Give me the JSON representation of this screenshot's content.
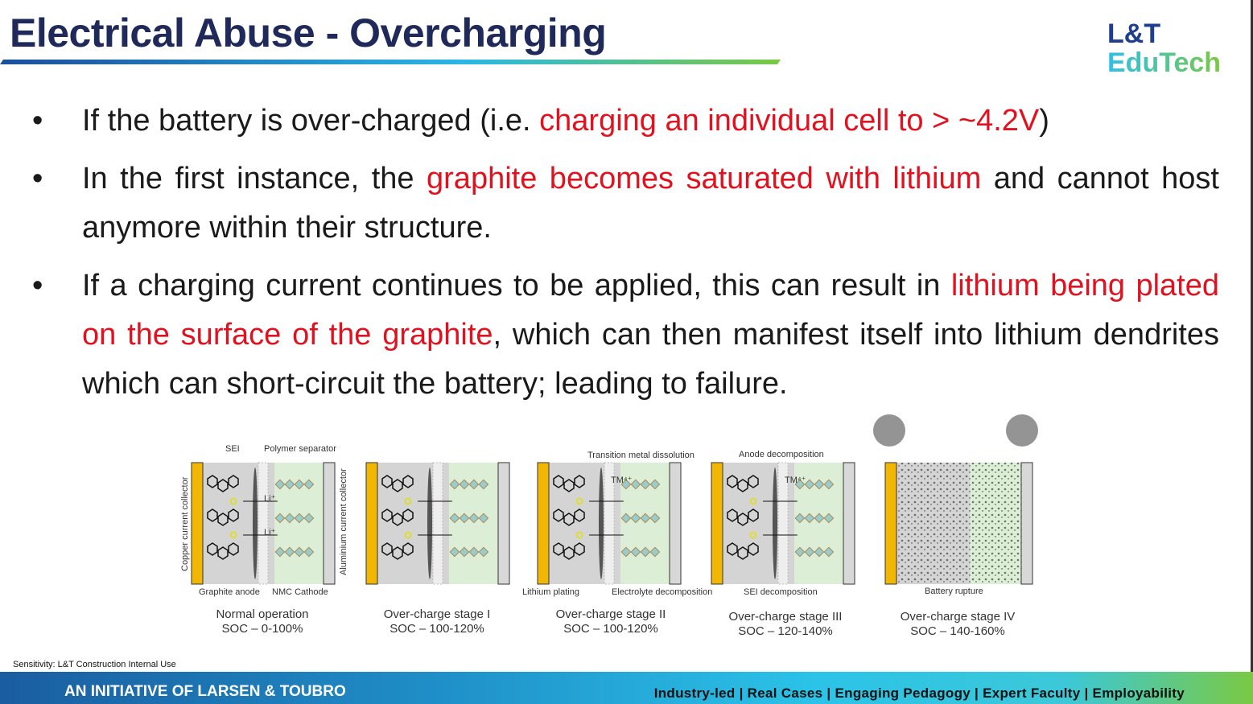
{
  "slide": {
    "title": "Electrical Abuse - Overcharging",
    "logo": {
      "line1": "L&T",
      "line2": "EduTech"
    }
  },
  "bullets": [
    {
      "parts": [
        {
          "t": "If the battery is over-charged (i.e. "
        },
        {
          "t": "charging an individual cell to > ~4.2V",
          "red": true
        },
        {
          "t": ")"
        }
      ]
    },
    {
      "parts": [
        {
          "t": "In the first instance, the "
        },
        {
          "t": "graphite becomes saturated with lithium",
          "red": true
        },
        {
          "t": " and cannot host anymore within their structure."
        }
      ]
    },
    {
      "parts": [
        {
          "t": "If a charging current continues to be applied, this can result in "
        },
        {
          "t": "lithium being plated on the surface of the graphite",
          "red": true
        },
        {
          "t": ", which can then manifest itself into lithium dendrites which can short-circuit the battery; leading to failure."
        }
      ]
    }
  ],
  "bullet_symbol": "•",
  "diagram": {
    "panels": [
      {
        "stage": "Normal operation",
        "soc": "SOC – 0-100%"
      },
      {
        "stage": "Over-charge stage I",
        "soc": "SOC – 100-120%"
      },
      {
        "stage": "Over-charge stage II",
        "soc": "SOC – 100-120%"
      },
      {
        "stage": "Over-charge stage III",
        "soc": "SOC – 120-140%"
      },
      {
        "stage": "Over-charge stage IV",
        "soc": "SOC – 140-160%"
      }
    ],
    "labels": {
      "sei": "SEI",
      "separator": "Polymer separator",
      "copper": "Copper current collector",
      "aluminium": "Aluminium current collector",
      "anode": "Graphite anode",
      "cathode": "NMC Cathode",
      "li": "Li⁺",
      "tm": "TM⁴⁺",
      "tm_dissolution": "Transition metal dissolution",
      "li_plating": "Lithium plating",
      "electrolyte": "Electrolyte decomposition",
      "anode_decomp": "Anode decomposition",
      "sei_decomp": "SEI decomposition",
      "rupture": "Battery rupture"
    },
    "colors": {
      "collector_cu": "#f2b705",
      "anode": "#d4d4d4",
      "cathode": "#dcefd6"
    }
  },
  "footer": {
    "initiative": "AN INITIATIVE OF LARSEN & TOUBRO",
    "sensitivity": "Sensitivity: L&T Construction Internal Use",
    "tagline": "Industry-led | Real Cases | Engaging Pedagogy | Expert Faculty | Employability"
  }
}
